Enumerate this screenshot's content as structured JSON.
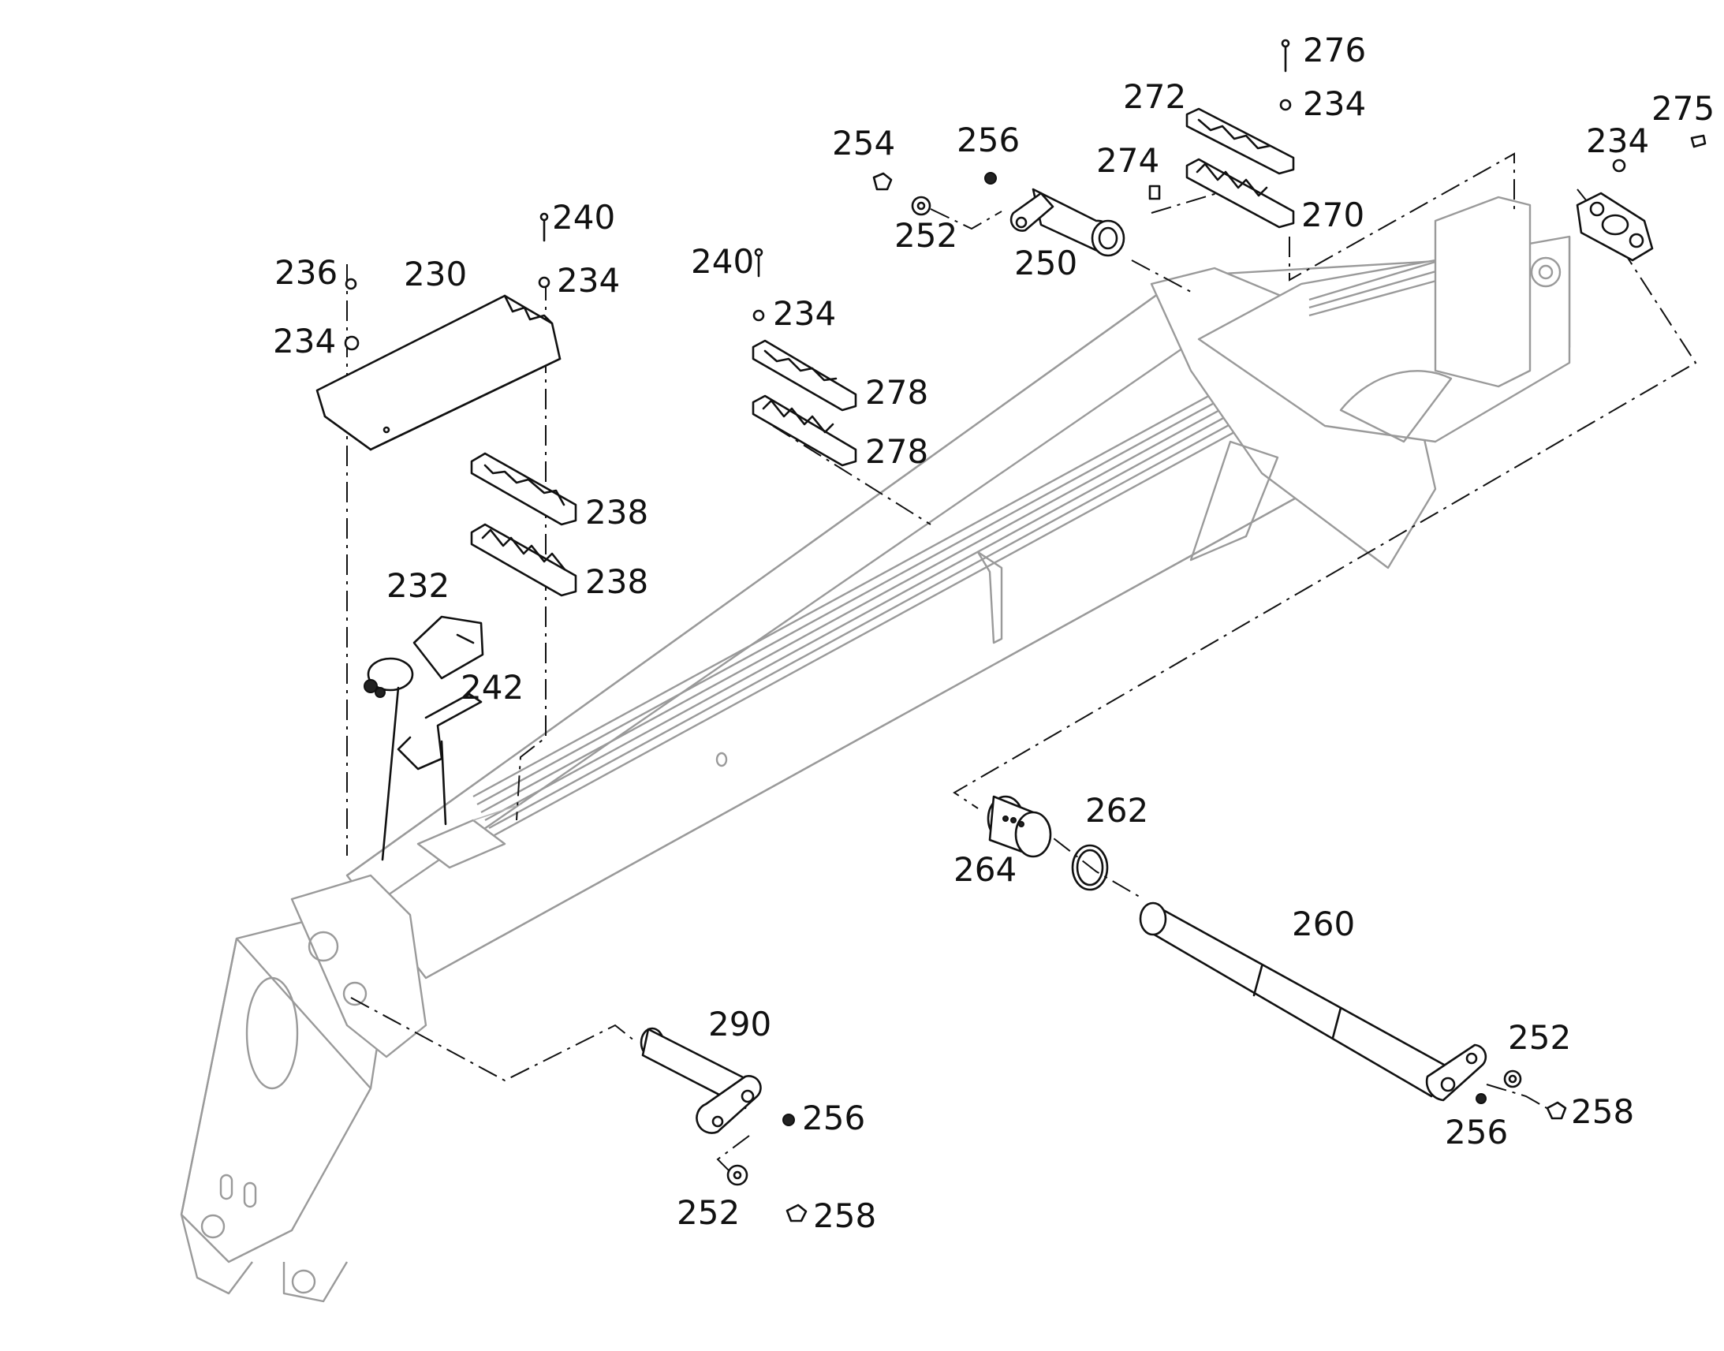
{
  "callouts": {
    "c230": "230",
    "c232": "232",
    "c234_a": "234",
    "c234_b": "234",
    "c234_c": "234",
    "c234_d": "234",
    "c234_e": "234",
    "c236": "236",
    "c238_a": "238",
    "c238_b": "238",
    "c240_a": "240",
    "c240_b": "240",
    "c242": "242",
    "c250": "250",
    "c252_a": "252",
    "c252_b": "252",
    "c252_c": "252",
    "c254": "254",
    "c256_a": "256",
    "c256_b": "256",
    "c256_c": "256",
    "c258_a": "258",
    "c258_b": "258",
    "c260": "260",
    "c262": "262",
    "c264": "264",
    "c270": "270",
    "c272": "272",
    "c274": "274",
    "c275": "275",
    "c276": "276",
    "c278_a": "278",
    "c278_b": "278",
    "c290": "290"
  }
}
